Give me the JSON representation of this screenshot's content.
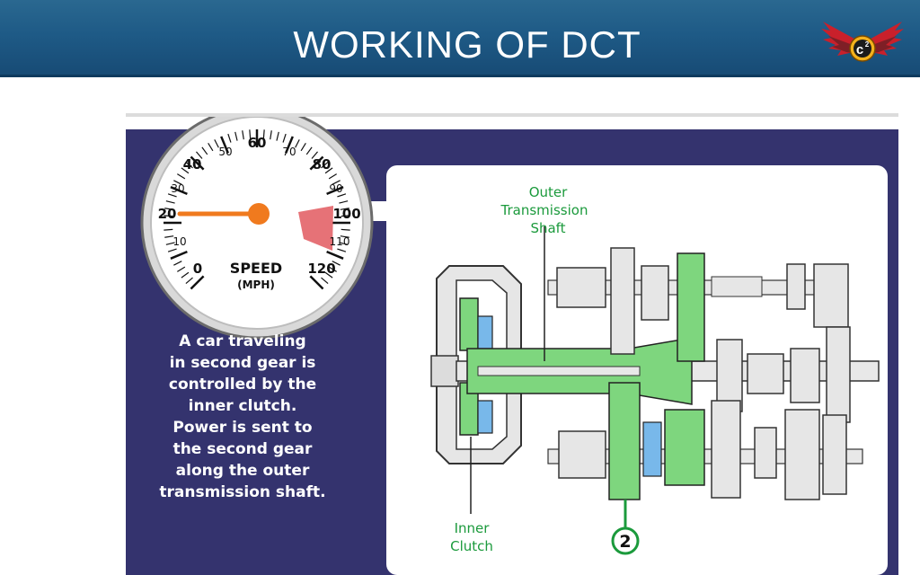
{
  "slide": {
    "title": "WORKING OF DCT",
    "logo_text": "c",
    "logo_superscript": "2"
  },
  "speedometer": {
    "ticks_left": [
      "0",
      "10",
      "20",
      "30",
      "40",
      "50"
    ],
    "ticks_top": "60",
    "ticks_right": [
      "70",
      "80",
      "90",
      "100",
      "110",
      "120"
    ],
    "label": "SPEED",
    "unit": "(MPH)",
    "needle_value": 20
  },
  "caption_lines": [
    "A car traveling",
    "in second gear is",
    "controlled by the",
    "inner clutch.",
    "Power is sent to",
    "the second gear",
    "along the outer",
    "transmission shaft."
  ],
  "callouts": {
    "outer_shaft": [
      "Outer",
      "Transmission",
      "Shaft"
    ],
    "inner_clutch": [
      "Inner",
      "Clutch"
    ],
    "gear_number": "2"
  },
  "colors": {
    "header": "#1e5a86",
    "panel": "#34336e",
    "highlight_green": "#7ed67e",
    "label_green": "#1b9a3c",
    "needle": "#f07a1e",
    "redline": "#e2595f",
    "clutch_blue": "#78b8ea"
  }
}
